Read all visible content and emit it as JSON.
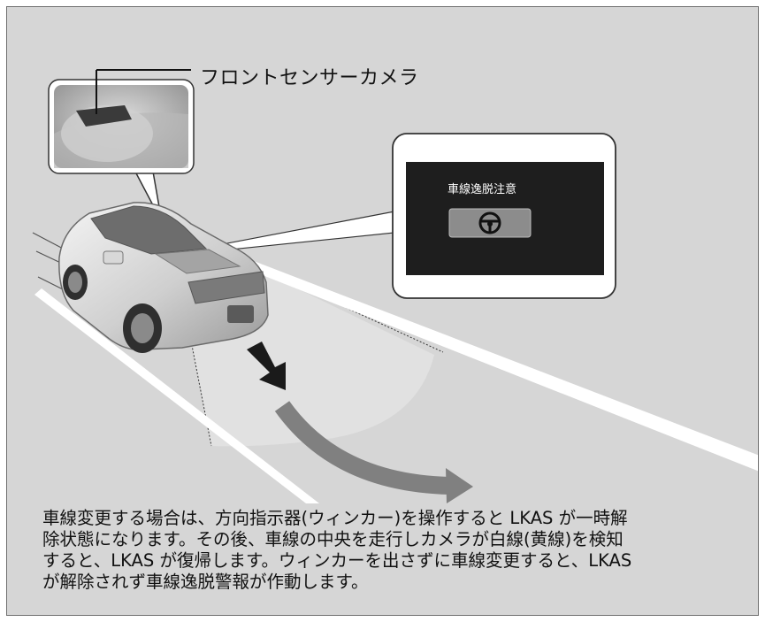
{
  "camera": {
    "label": "フロントセンサーカメラ"
  },
  "display": {
    "message": "車線逸脱注意",
    "icon": "steering-wheel-icon"
  },
  "caption": {
    "lines": [
      "車線変更する場合は、方向指示器(ウィンカー)を操作すると LKAS が一時解",
      "除状態になります。その後、車線の中央を走行しカメラが白線(黄線)を検知",
      "すると、LKAS が復帰します。ウィンカーを出さずに車線変更すると、LKAS",
      "が解除されず車線逸脱警報が作動します。"
    ]
  },
  "colors": {
    "background": "#d6d6d6",
    "lane_line": "#ffffff",
    "arrow": "#7f7f7f",
    "screen": "#1e1e1e"
  }
}
